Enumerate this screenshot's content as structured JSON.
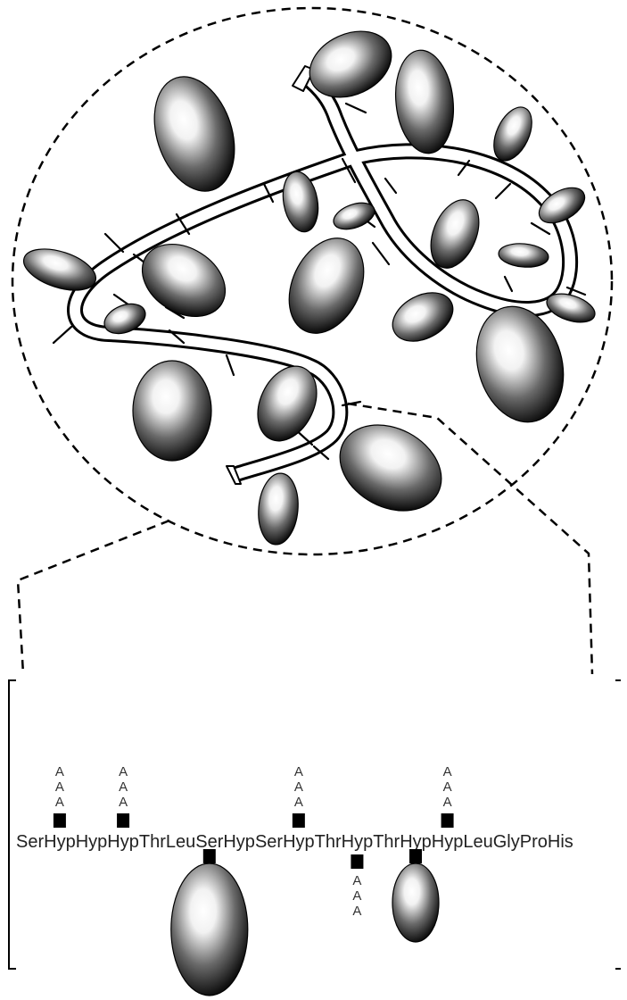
{
  "sequence": {
    "residues": [
      "Ser",
      "Hyp",
      "Hyp",
      "Hyp",
      "Thr",
      "Leu",
      "Ser",
      "Hyp",
      "Ser",
      "Hyp",
      "Thr",
      "Hyp",
      "Thr",
      "Hyp",
      "Hyp",
      "Leu",
      "Gly",
      "Pro",
      "His"
    ],
    "arabinose_label": "A",
    "arabinose_chains": [
      {
        "residue_index": 1,
        "side": "top",
        "count": 3
      },
      {
        "residue_index": 3,
        "side": "top",
        "count": 3
      },
      {
        "residue_index": 9,
        "side": "top",
        "count": 3
      },
      {
        "residue_index": 14,
        "side": "top",
        "count": 3
      },
      {
        "residue_index": 11,
        "side": "bottom",
        "count": 3
      }
    ],
    "polysaccharide_attachments": [
      {
        "residue_index": 6,
        "size": "large"
      },
      {
        "residue_index": 13,
        "size": "small"
      }
    ]
  },
  "colors": {
    "ink": "#000000",
    "paper": "#ffffff"
  }
}
